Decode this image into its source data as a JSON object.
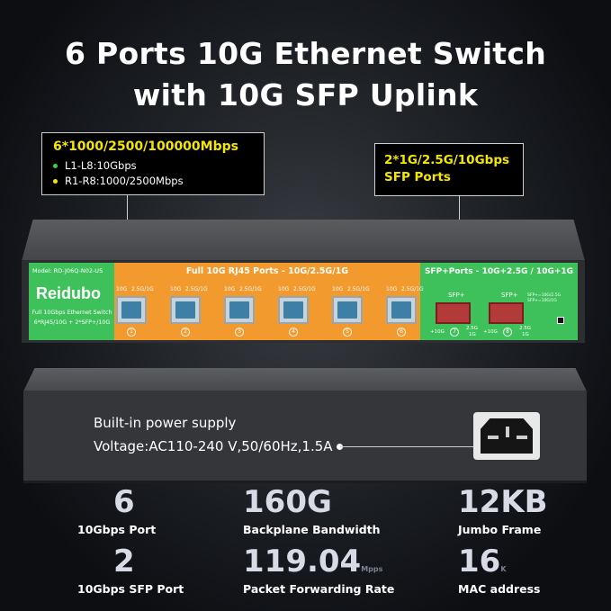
{
  "title": {
    "line1": "6 Ports 10G Ethernet Switch",
    "line2": "with 10G SFP Uplink"
  },
  "callout_left": {
    "heading": "6*1000/2500/100000Mbps",
    "items": [
      {
        "text": "L1-L8:10Gbps",
        "color": "#37d14a"
      },
      {
        "text": "R1-R8:1000/2500Mbps",
        "color": "#f4e600"
      }
    ]
  },
  "callout_right": {
    "line1": "2*1G/2.5G/10Gbps",
    "line2": "SFP Ports"
  },
  "front_panel": {
    "model": "Model: RD-J06Q-N02-US",
    "brand": "Reidubo",
    "brand_sub1": "Full 10Gbps Ethernet Switch",
    "brand_sub2": "6*RJ45/10G + 2*SFP+/10G",
    "rj45_title": "Full 10G RJ45 Ports - 10G/2.5G/1G",
    "sfp_title": "SFP+Ports - 10G+2.5G / 10G+1G",
    "port_speed_a": "10G",
    "port_speed_b": "2.5G/1G",
    "ports": [
      "1",
      "2",
      "3",
      "4",
      "5",
      "6"
    ],
    "sfp_label": "SFP+",
    "sfp_ports": [
      "7",
      "8"
    ],
    "sfp_led_10g": "+10G",
    "sfp_led_25": "2.5G",
    "sfp_led_1g": "1G",
    "sfp_side_note": "SFP+=10G/2.5G SFP+=10G/1G"
  },
  "back_panel": {
    "line1": "Built-in power supply",
    "line2": "Voltage:AC110-240 V,50/60Hz,1.5A"
  },
  "stats": [
    {
      "value": "6",
      "unit": "",
      "label": "10Gbps Port"
    },
    {
      "value": "160G",
      "unit": "",
      "label": "Backplane Bandwidth"
    },
    {
      "value": "12KB",
      "unit": "",
      "label": "Jumbo Frame"
    },
    {
      "value": "2",
      "unit": "",
      "label": "10Gbps SFP Port"
    },
    {
      "value": "119.04",
      "unit": "Mpps",
      "label": "Packet Forwarding Rate"
    },
    {
      "value": "16",
      "unit": "K",
      "label": "MAC address"
    }
  ]
}
